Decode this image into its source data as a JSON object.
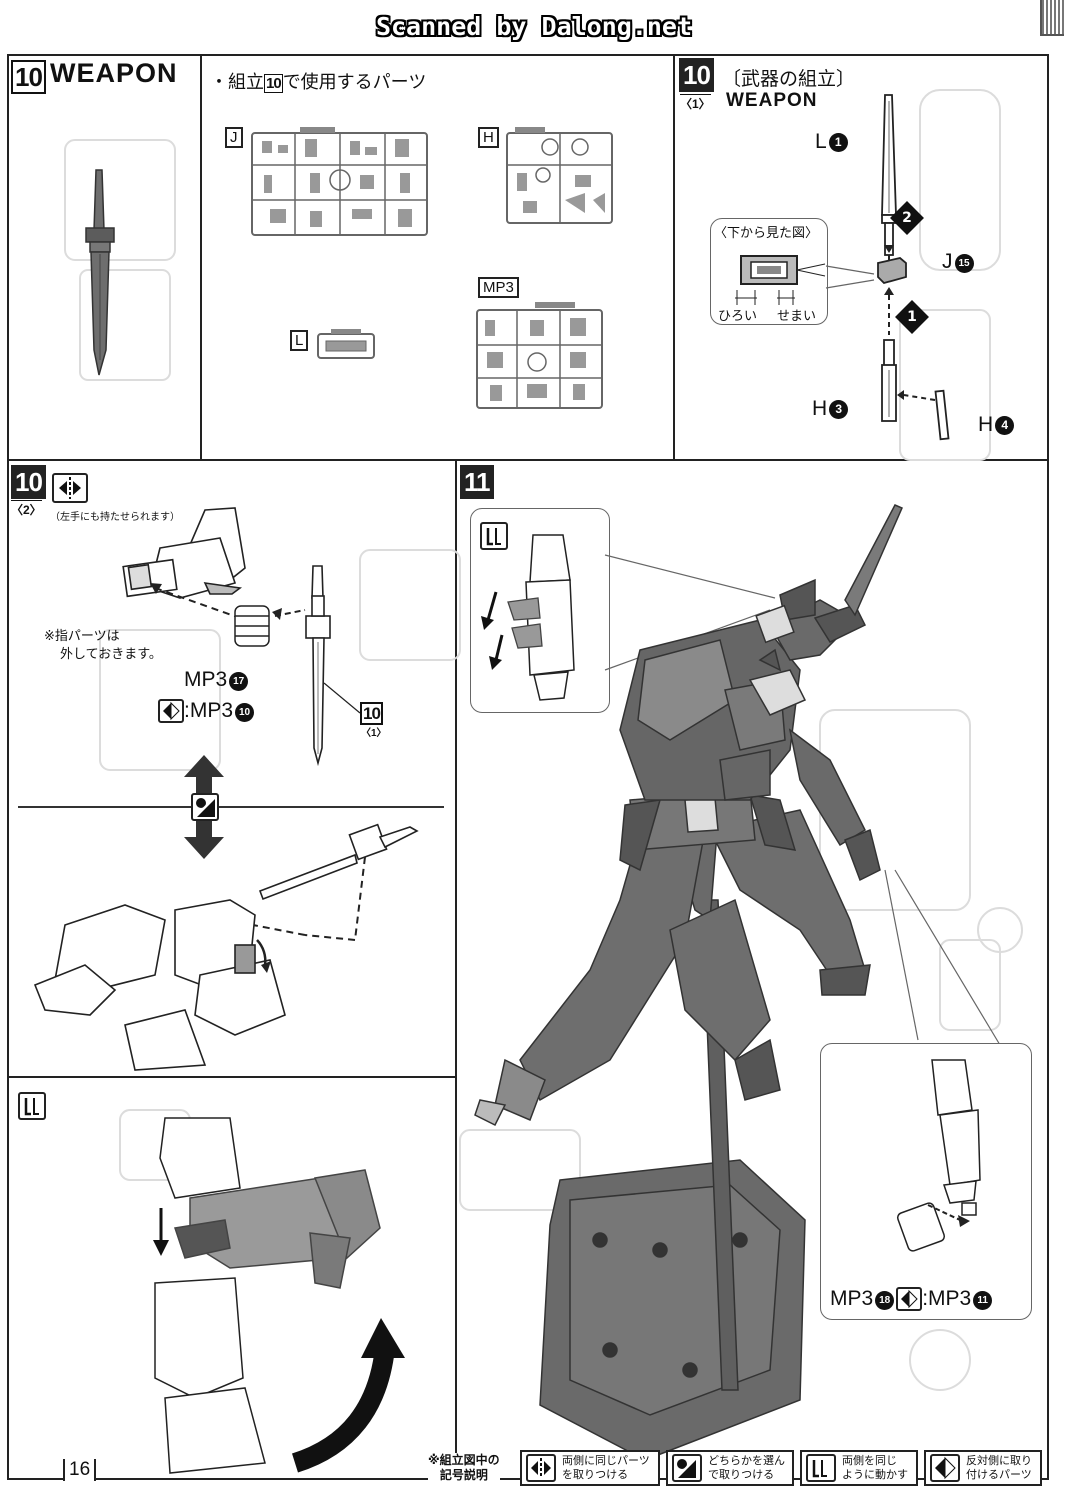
{
  "header": {
    "scan_credit": "Scanned by Dalong.net"
  },
  "step10": {
    "number": "10",
    "title": "WEAPON",
    "parts_used": "・組立",
    "parts_used_suffix": "で使用するパーツ",
    "parts_used_step": "10",
    "runners": [
      "J",
      "H",
      "MP3",
      "L"
    ]
  },
  "step10_1": {
    "number": "10",
    "sub": "〈1〉",
    "title": "〔武器の組立〕",
    "subtitle": "WEAPON",
    "view_label": "〈下から見た図〉",
    "wide": "ひろい",
    "narrow": "せまい",
    "parts": [
      {
        "runner": "L",
        "num": "1"
      },
      {
        "runner": "J",
        "num": "15"
      },
      {
        "runner": "H",
        "num": "3"
      },
      {
        "runner": "H",
        "num": "4"
      }
    ],
    "arrow_steps": [
      "2",
      "1"
    ]
  },
  "step10_2": {
    "number": "10",
    "sub": "〈2〉",
    "note_left_hand": "（左手にも持たせられます）",
    "note_finger": "※指パーツは",
    "note_finger2": "外しておきます。",
    "part_main": "MP3",
    "part_main_num": "17",
    "part_alt": ":MP3",
    "part_alt_num": "10",
    "ref_step": "10",
    "ref_sub": "〈1〉"
  },
  "step11": {
    "number": "11",
    "part_a": "MP3",
    "part_a_num": "18",
    "part_b": ":MP3",
    "part_b_num": "11"
  },
  "footer": {
    "page_number": "16",
    "legend_title": "※組立図中の",
    "legend_title2": "記号説明",
    "legend": [
      {
        "icon": "both-sides-icon",
        "line1": "両側に同じパーツ",
        "line2": "を取りつける"
      },
      {
        "icon": "choose-one-icon",
        "line1": "どちらかを選ん",
        "line2": "で取りつける"
      },
      {
        "icon": "move-both-icon",
        "line1": "両側を同じ",
        "line2": "ように動かす"
      },
      {
        "icon": "opposite-side-icon",
        "line1": "反対側に取り",
        "line2": "付けるパーツ"
      }
    ]
  },
  "colors": {
    "ink": "#111111",
    "frame": "#222222",
    "model": "#7a7a7a",
    "model_dark": "#555555",
    "ghost": "#d0d0d0"
  }
}
